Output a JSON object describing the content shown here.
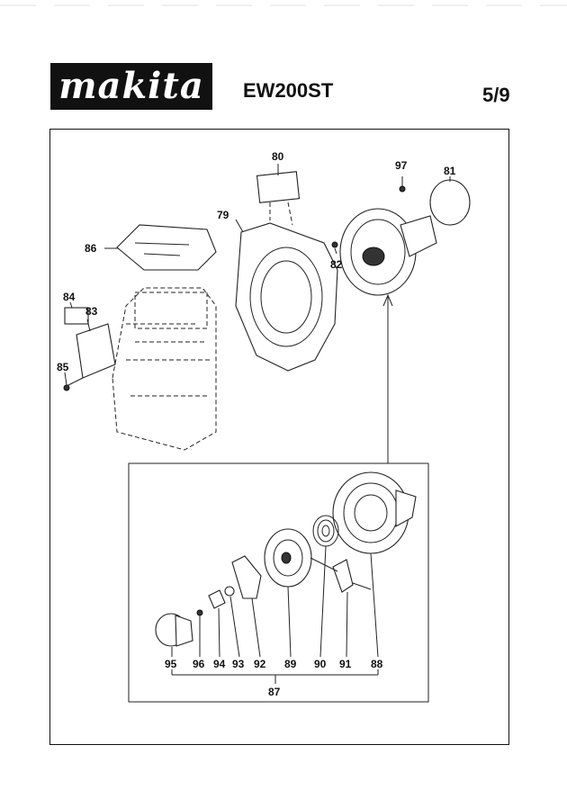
{
  "header": {
    "brand": "makita",
    "model": "EW200ST",
    "page": "5/9"
  },
  "callouts": {
    "p80": "80",
    "p97": "97",
    "p81": "81",
    "p79": "79",
    "p86": "86",
    "p82": "82",
    "p84": "84",
    "p83": "83",
    "p85": "85",
    "p95": "95",
    "p96": "96",
    "p94": "94",
    "p93": "93",
    "p92": "92",
    "p89": "89",
    "p90": "90",
    "p91": "91",
    "p88": "88",
    "p87": "87"
  }
}
